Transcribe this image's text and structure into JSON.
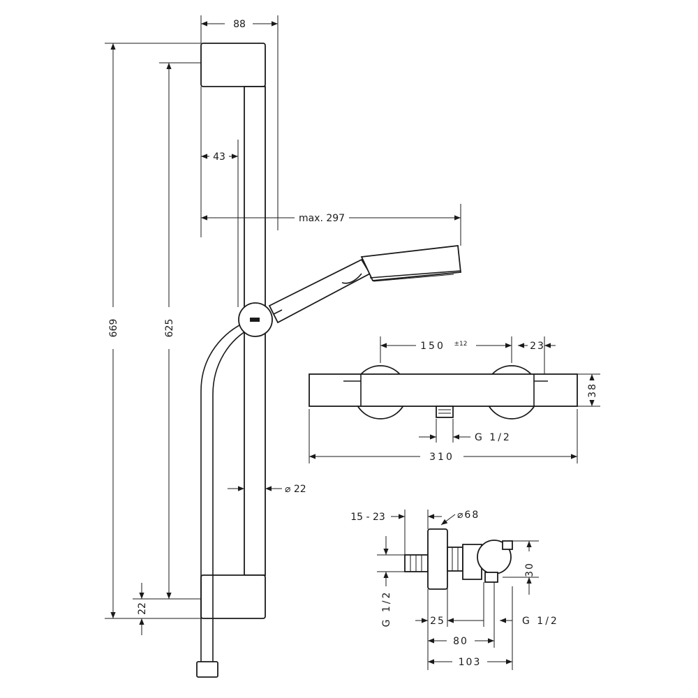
{
  "rail": {
    "width_top": "88",
    "total_height": "669",
    "hole_spacing": "625",
    "bottom_offset": "22",
    "wall_to_rail": "43",
    "max_reach": "max. 297",
    "rail_diameter": "⌀ 22"
  },
  "thermostat_front": {
    "center_distance": "150",
    "center_tolerance": "±12",
    "end_offset": "23",
    "height": "38",
    "outlet_thread": "G 1/2",
    "total_length": "310"
  },
  "thermostat_side": {
    "projection_range": "15 - 23",
    "escutcheon_diameter": "⌀68",
    "inlet_thread": "G 1/2",
    "offset_25": "25",
    "outlet_thread": "G 1/2",
    "height_30": "30",
    "depth_80": "80",
    "depth_103": "103"
  }
}
